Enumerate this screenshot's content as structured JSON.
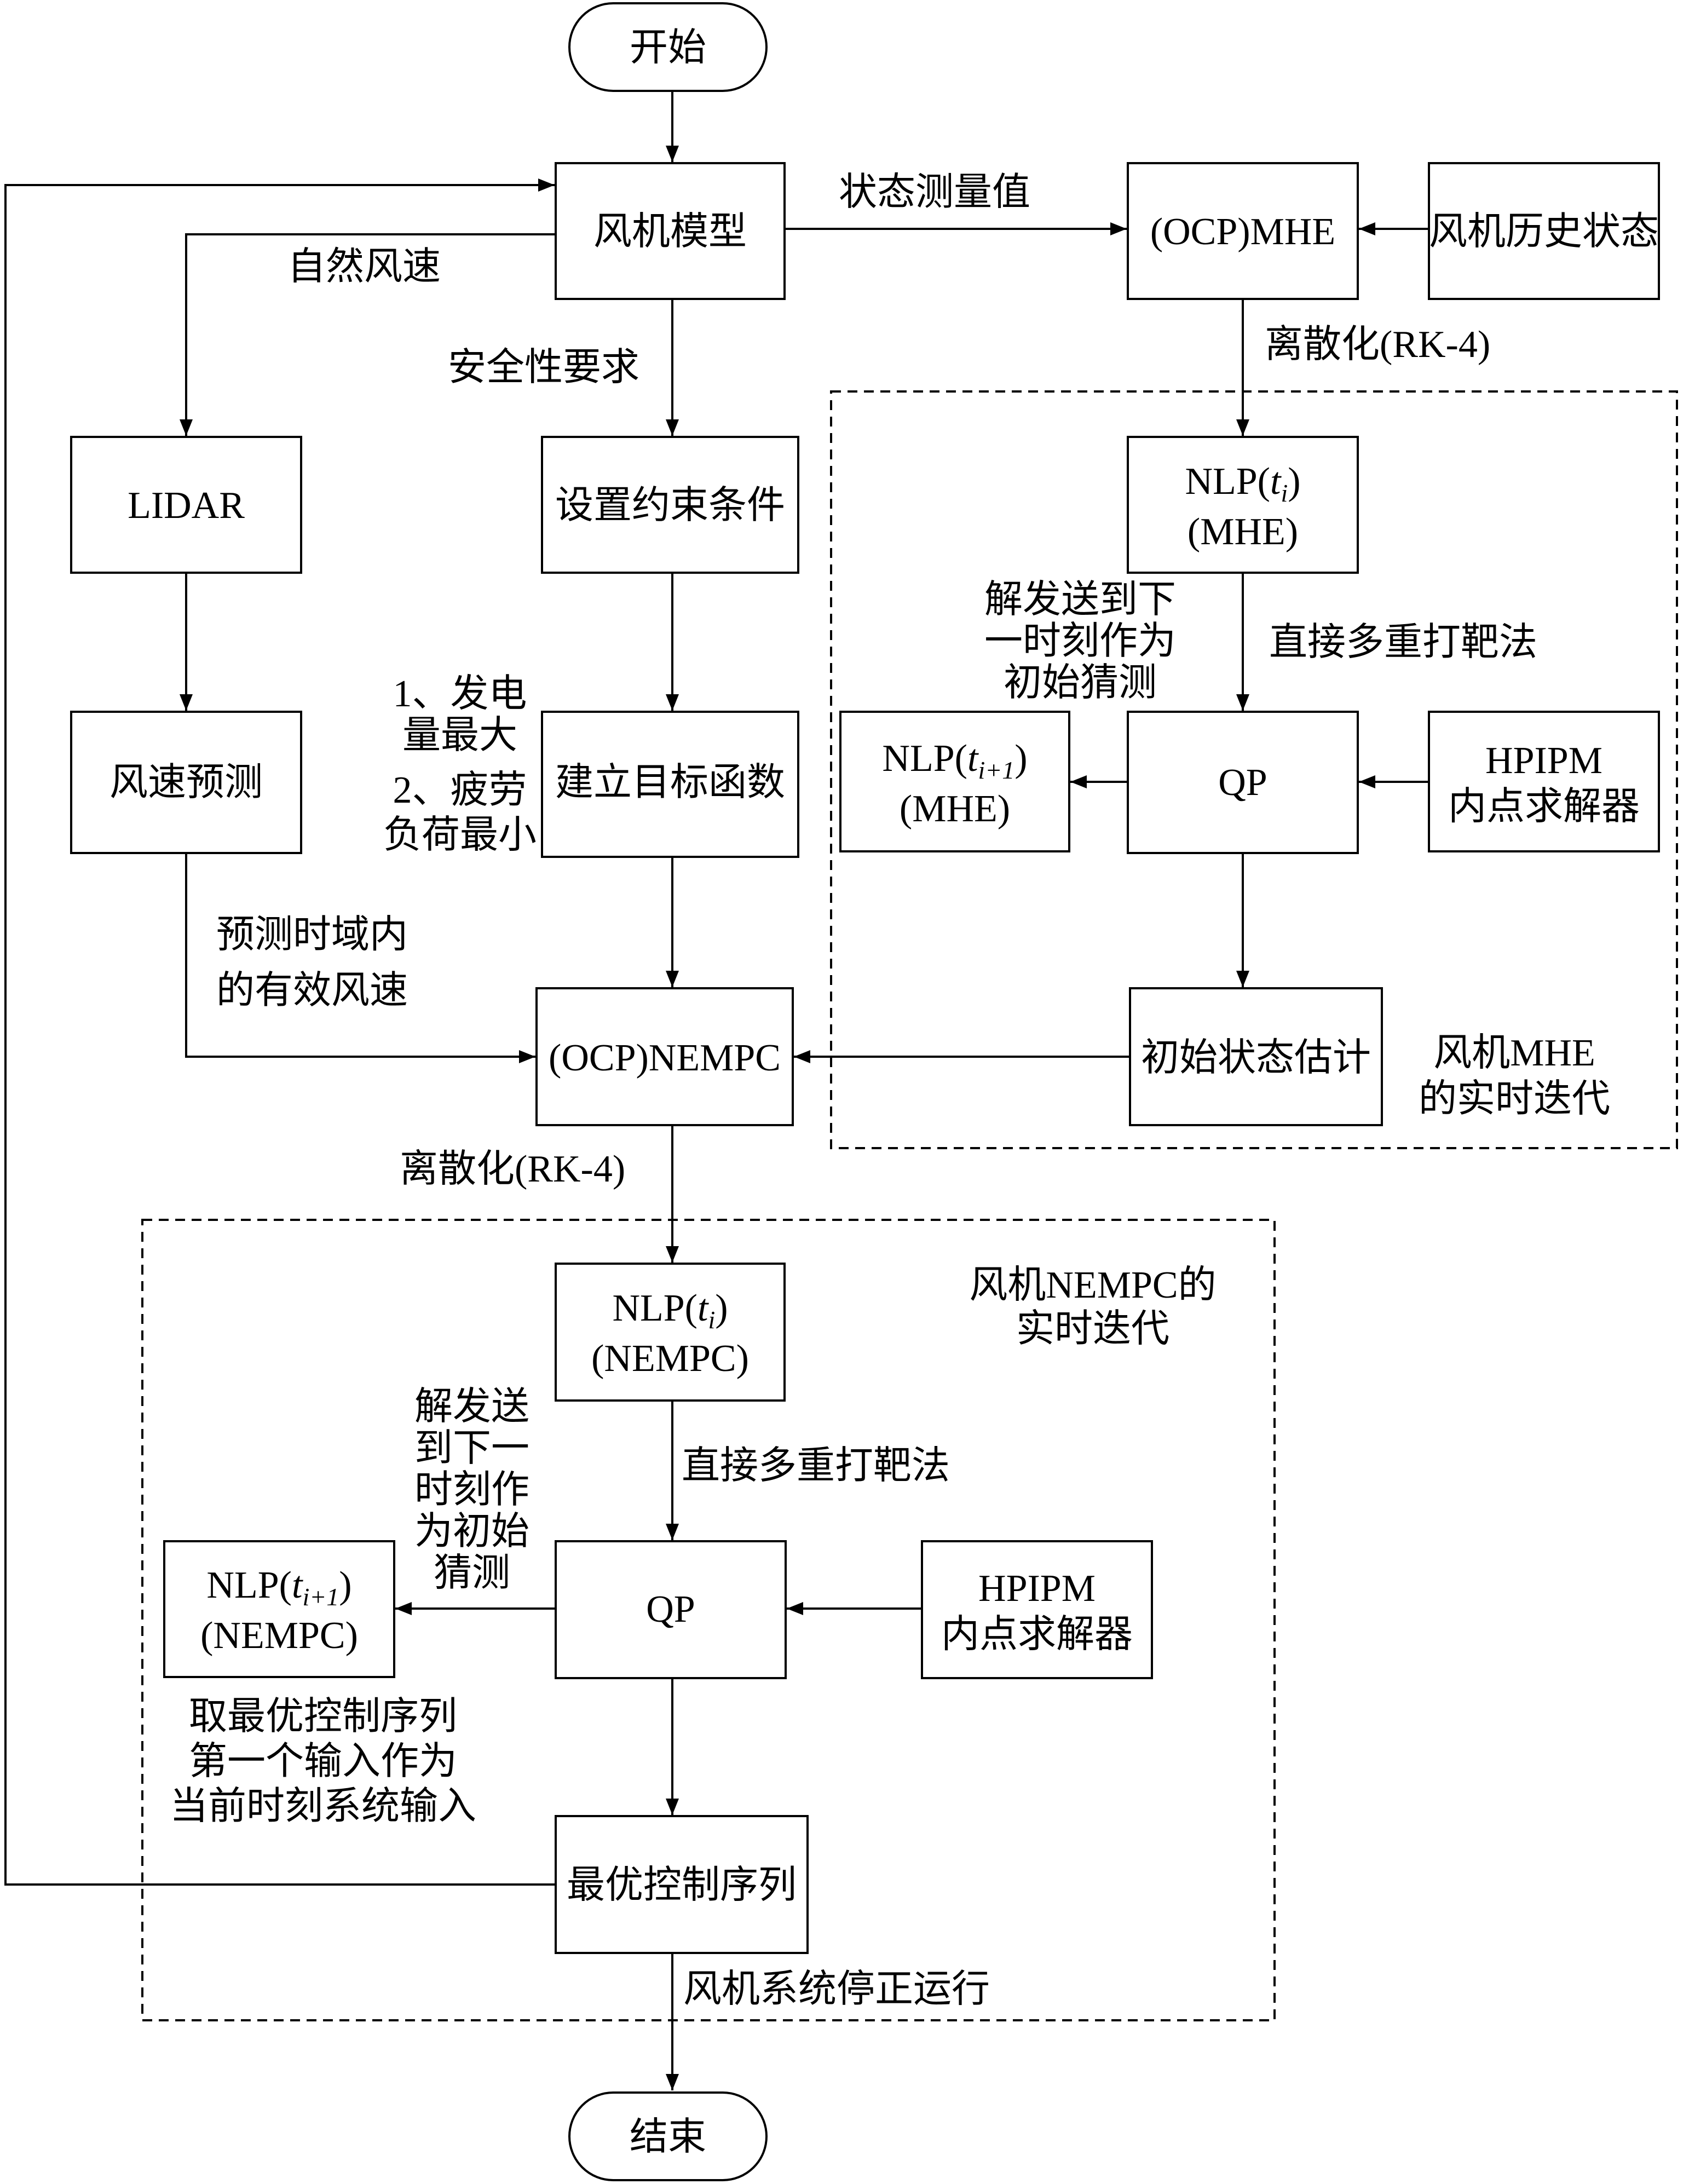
{
  "terminals": {
    "start": "开始",
    "end": "结束"
  },
  "boxes": {
    "wind_turbine_model": "风机模型",
    "ocp_mhe": "(OCP)MHE",
    "turbine_history_state": "风机历史状态",
    "lidar": "LIDAR",
    "set_constraints": "设置约束条件",
    "nlp_mhe": {
      "line1_prefix": "NLP(",
      "line1_var": "t",
      "line1_sub": "i",
      "line1_suffix": ")",
      "line2": "(MHE)"
    },
    "wind_speed_prediction": "风速预测",
    "build_objective": "建立目标函数",
    "nlp_next_mhe": {
      "line1_prefix": "NLP(",
      "line1_var": "t",
      "line1_sub": "i+1",
      "line1_suffix": ")",
      "line2": "(MHE)"
    },
    "qp_mhe": "QP",
    "hpipm_mhe": {
      "line1": "HPIPM",
      "line2": "内点求解器"
    },
    "ocp_nempc": "(OCP)NEMPC",
    "initial_state_estimate": "初始状态估计",
    "nlp_nempc": {
      "line1_prefix": "NLP(",
      "line1_var": "t",
      "line1_sub": "i",
      "line1_suffix": ")",
      "line2": "(NEMPC)"
    },
    "nlp_next_nempc": {
      "line1_prefix": "NLP(",
      "line1_var": "t",
      "line1_sub": "i+1",
      "line1_suffix": ")",
      "line2": "(NEMPC)"
    },
    "qp_nempc": "QP",
    "hpipm_nempc": {
      "line1": "HPIPM",
      "line2": "内点求解器"
    },
    "optimal_control_sequence": "最优控制序列"
  },
  "edge_labels": {
    "state_measurement": "状态测量值",
    "natural_wind_speed": "自然风速",
    "safety_requirement": "安全性要求",
    "discretize_mhe": "离散化(RK-4)",
    "direct_multiple_shooting_mhe": "直接多重打靶法",
    "warm_start_mhe": [
      "解发送到下",
      "一时刻作为",
      "初始猜测"
    ],
    "objectives": [
      "1、发电",
      "量最大",
      "2、疲劳",
      "负荷最小"
    ],
    "predicted_wind": [
      "预测时域内",
      "的有效风速"
    ],
    "discretize_nempc": "离散化(RK-4)",
    "direct_multiple_shooting_nempc": "直接多重打靶法",
    "warm_start_nempc": [
      "解发送",
      "到下一",
      "时刻作",
      "为初始",
      "猜测"
    ],
    "first_input": [
      "取最优控制序列",
      "第一个输入作为",
      "当前时刻系统输入"
    ],
    "stop_running": "风机系统停正运行"
  },
  "regions": {
    "mhe_region": [
      "风机MHE",
      "的实时迭代"
    ],
    "nempc_region": [
      "风机NEMPC的",
      "实时迭代"
    ]
  },
  "colors": {
    "line": "#000000",
    "background": "#ffffff"
  }
}
